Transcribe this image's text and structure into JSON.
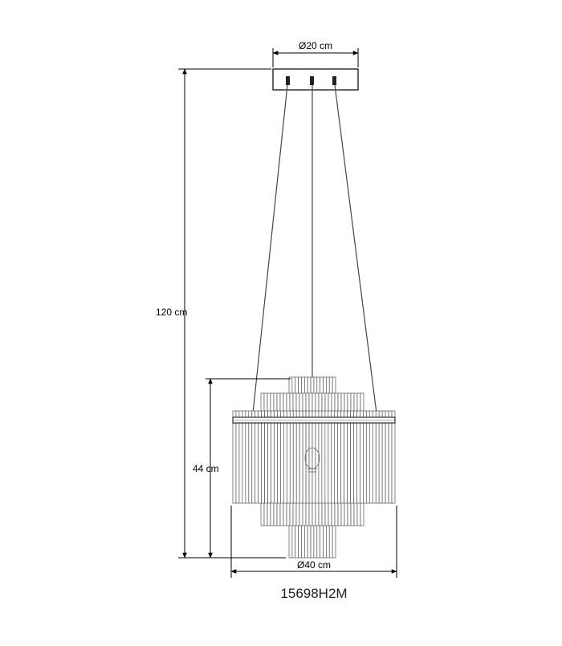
{
  "dimensions": {
    "canopy_diameter": "Ø20 cm",
    "total_height": "120 cm",
    "body_height": "44 cm",
    "body_diameter": "Ø40 cm"
  },
  "model_number": "15698H2M",
  "colors": {
    "line": "#000000",
    "rod": "#555555",
    "text": "#222222"
  }
}
